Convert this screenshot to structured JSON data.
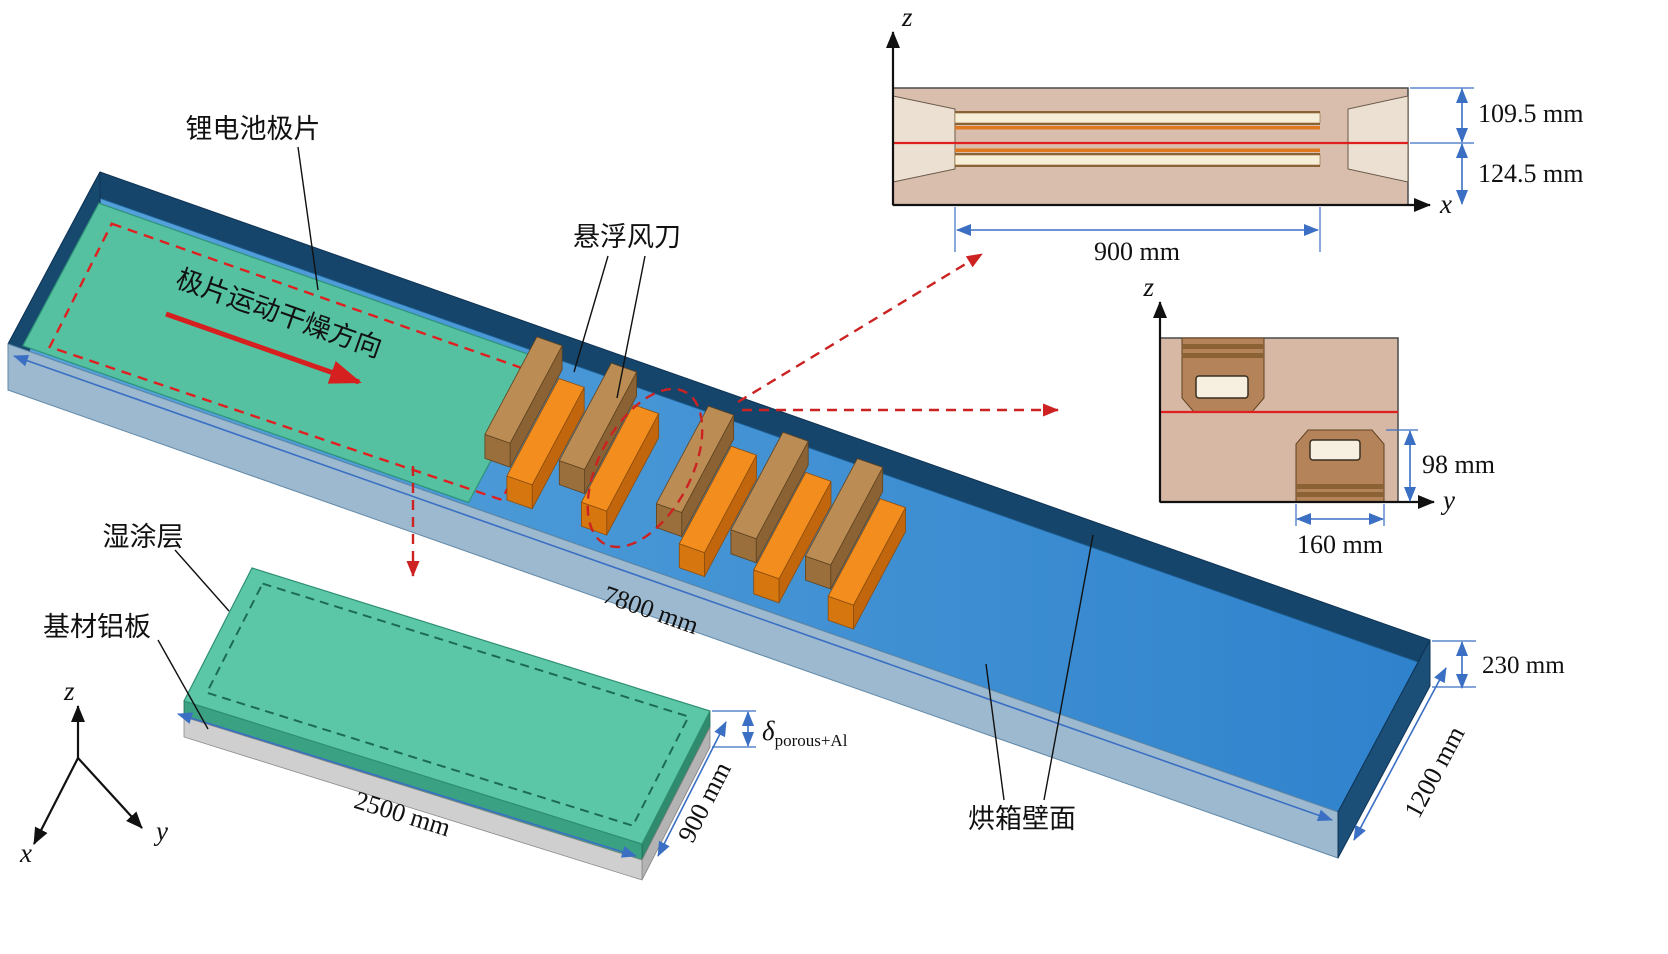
{
  "labels": {
    "electrode_sheet": "锂电池极片",
    "motion_direction": "极片运动干燥方向",
    "air_knife": "悬浮风刀",
    "wet_coating": "湿涂层",
    "substrate_plate": "基材铝板",
    "oven_wall": "烘箱壁面"
  },
  "dimensions": {
    "oven_length": "7800 mm",
    "oven_width": "1200 mm",
    "wall_height": "230 mm",
    "nozzle_top_gap": "109.5 mm",
    "nozzle_bottom_gap": "124.5 mm",
    "nozzle_length": "900 mm",
    "knife_height": "98 mm",
    "knife_width": "160 mm",
    "sheet_length": "2500 mm",
    "sheet_width": "900 mm",
    "delta": "δ",
    "delta_sub": "porous+Al"
  },
  "axes": {
    "x": "x",
    "y": "y",
    "z": "z"
  },
  "colors": {
    "oven_floor_blue": "#4292d4",
    "oven_wall_navy": "#16456b",
    "oven_side_light": "#9db9cf",
    "coating_green": "#56c2a0",
    "substrate_gray": "#cfcfcf",
    "knife_brown": "#bb8d55",
    "knife_orange": "#f28d1e",
    "section_tan": "#d9bead",
    "slot_cream": "#f7eed8",
    "dimension_blue": "#3a6fc4",
    "annotation_red": "#cc2222",
    "motion_arrow_red": "#d62020"
  }
}
